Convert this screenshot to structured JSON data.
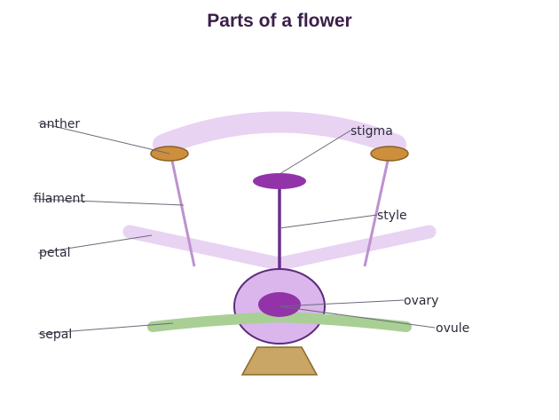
{
  "title": "Parts of a flower",
  "labels": {
    "anther": "anther",
    "filament": "filament",
    "petal": "petal",
    "sepal": "sepal",
    "stigma": "stigma",
    "style": "style",
    "ovary": "ovary",
    "ovule": "ovule"
  },
  "colors": {
    "title": "#3b1f4a",
    "petal": "#e8d3f3",
    "anther": "#cd8f3c",
    "filament": "#bd92d0",
    "stigma": "#9333aa",
    "style": "#6a2f8a",
    "ovary": "#dab6ec",
    "ovule": "#9333aa",
    "sepal": "#a9cf95",
    "receptacle": "#c9a566"
  }
}
